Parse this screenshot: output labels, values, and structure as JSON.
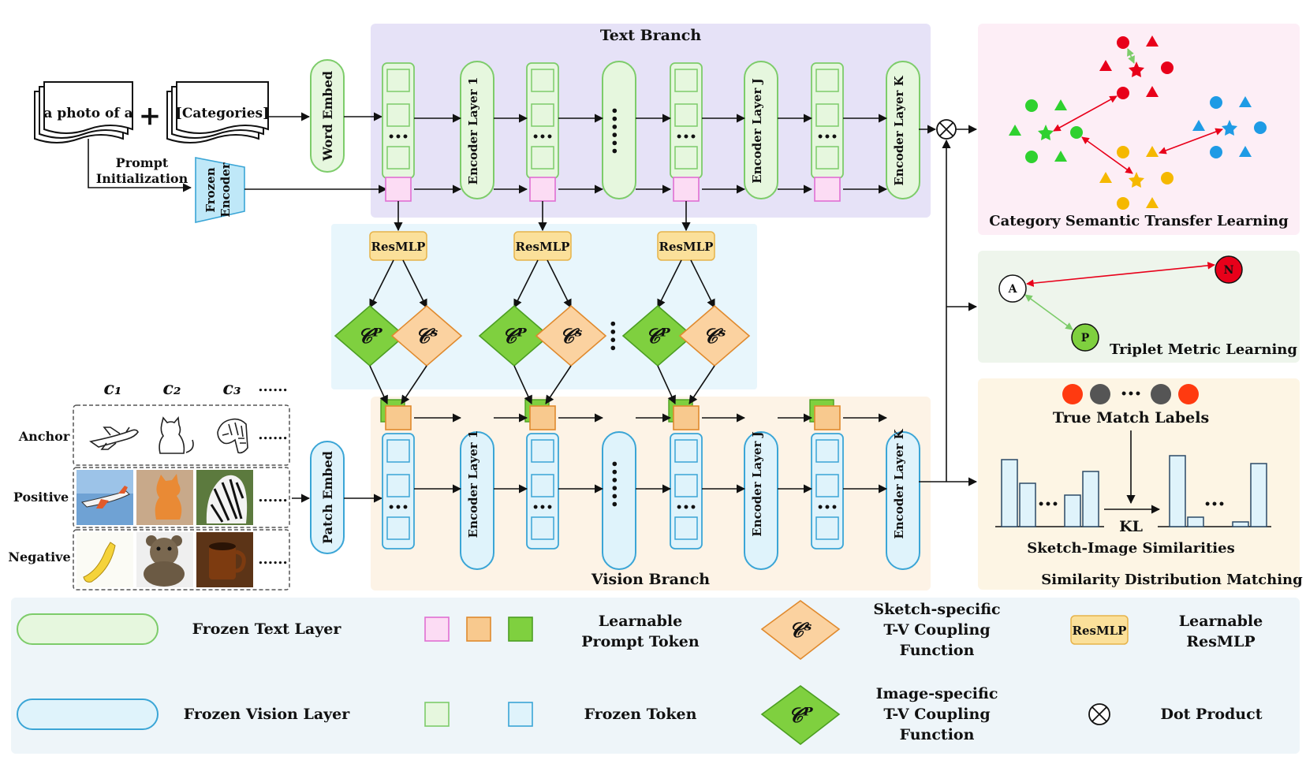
{
  "text_branch": {
    "title": "Text Branch",
    "prompt_doc": "a photo of a",
    "plus": "+",
    "categories_doc": "[Categories]",
    "word_embed": "Word Embed",
    "prompt_init_line1": "Prompt",
    "prompt_init_line2": "Initialization",
    "frozen_encoder_line1": "Frozen",
    "frozen_encoder_line2": "Encoder",
    "encoder_1": "Encoder Layer 1",
    "encoder_j": "Encoder Layer J",
    "encoder_k": "Encoder Layer K",
    "ellipsis_tokens": "•••",
    "ellipsis_layers": "••••••"
  },
  "coupling": {
    "resmlp": "ResMLP",
    "cp": "𝒞ᴾ",
    "cs": "𝒞ˢ",
    "dots": "••••"
  },
  "vision_branch": {
    "title": "Vision Branch",
    "patch_embed": "Patch Embed",
    "encoder_1": "Encoder Layer 1",
    "encoder_j": "Encoder Layer J",
    "encoder_k": "Encoder Layer K",
    "ellipsis_tokens": "•••",
    "ellipsis_layers": "••••••"
  },
  "inputs": {
    "classes": [
      "𝒄₁",
      "𝒄₂",
      "𝒄₃",
      "......"
    ],
    "row_labels": [
      "Anchor",
      "Positive",
      "Negative"
    ],
    "row_dots": "......"
  },
  "panels": {
    "category_semantic": "Category Semantic Transfer Learning",
    "triplet": "Triplet Metric Learning",
    "triplet_nodes": [
      "A",
      "N",
      "P"
    ],
    "true_match_labels": "True Match Labels",
    "dots": "•••",
    "kl": "KL",
    "sketch_image_sim": "Sketch-Image Similarities",
    "sim_dist_matching": "Similarity Distribution Matching",
    "bars_left": [
      0.85,
      0.55,
      0.4,
      0.7
    ],
    "bars_right": [
      0.9,
      0.12,
      0.06,
      0.8
    ]
  },
  "legend": {
    "frozen_text_layer": "Frozen Text Layer",
    "frozen_vision_layer": "Frozen Vision Layer",
    "learnable_prompt_line1": "Learnable",
    "learnable_prompt_line2": "Prompt Token",
    "frozen_token": "Frozen Token",
    "sketch_specific_1": "Sketch-specific",
    "sketch_specific_2": "T-V Coupling",
    "sketch_specific_3": "Function",
    "image_specific_1": "Image-specific",
    "image_specific_2": "T-V Coupling",
    "image_specific_3": "Function",
    "resmlp_badge": "ResMLP",
    "learnable_resmlp_1": "Learnable",
    "learnable_resmlp_2": "ResMLP",
    "dot_product": "Dot Product"
  },
  "colors": {
    "text_bg": "#e6e2f7",
    "coupling_bg": "#e8f6fc",
    "vision_bg": "#fdf3e6",
    "panel1_bg": "#fdeef6",
    "panel2_bg": "#eef5ec",
    "panel3_bg": "#fdf5e4",
    "legend_bg": "#eef5f9",
    "green_fill": "#e6f7de",
    "green_stroke": "#7dcc6a",
    "blue_fill": "#dff3fb",
    "blue_stroke": "#3aa5d6",
    "pink_fill": "#fcdcf4",
    "pink_stroke": "#e06fd2",
    "orange_fill": "#f8c98e",
    "orange_stroke": "#e08a2e",
    "resmlp_fill": "#fbe09a",
    "cp_fill": "#7fd03f",
    "cs_fill": "#fbd2a0",
    "red": "#e8001a",
    "green": "#2fd12f",
    "yellow": "#f5b800",
    "blue": "#1e9be5"
  }
}
